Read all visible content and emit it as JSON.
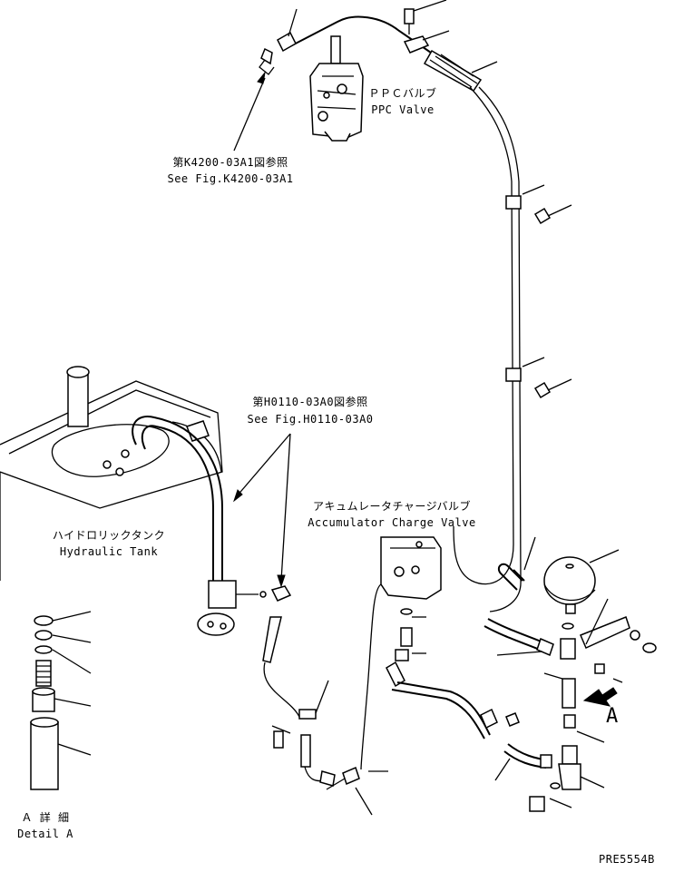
{
  "labels": {
    "ppc_jp": "ＰＰＣバルブ",
    "ppc_en": "PPC Valve",
    "ref1_jp": "第K4200-03A1図参照",
    "ref1_en": "See Fig.K4200-03A1",
    "ref2_jp": "第H0110-03A0図参照",
    "ref2_en": "See Fig.H0110-03A0",
    "tank_jp": "ハイドロリックタンク",
    "tank_en": "Hydraulic Tank",
    "acc_jp": "アキュムレータチャージバルブ",
    "acc_en": "Accumulator Charge Valve",
    "view_letter": "A",
    "detail_jp": "Ａ 詳 細",
    "detail_en": "Detail A",
    "drawing_no": "PRE5554B"
  }
}
